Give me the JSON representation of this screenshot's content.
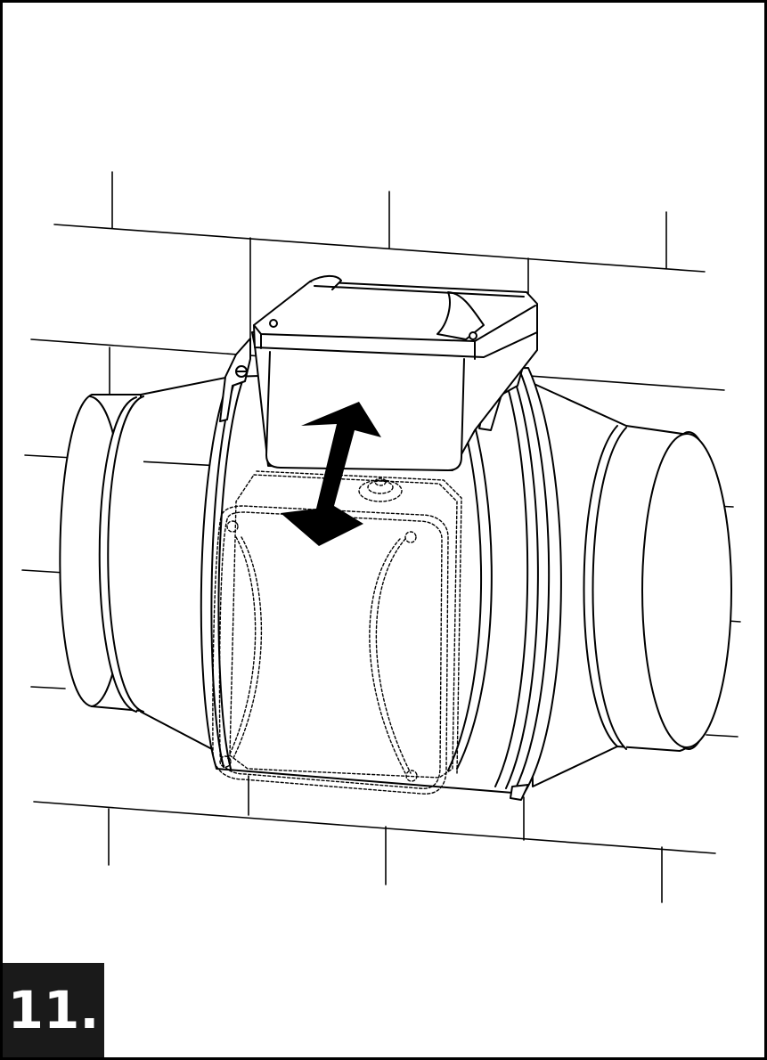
{
  "step": {
    "number": "11."
  },
  "colors": {
    "line": "#000000",
    "badge": "#1a1a1a",
    "badge_text": "#ffffff"
  },
  "icons": [
    "wall-bricks",
    "inline-duct-fan",
    "junction-box",
    "rotate-arrow-icon"
  ]
}
